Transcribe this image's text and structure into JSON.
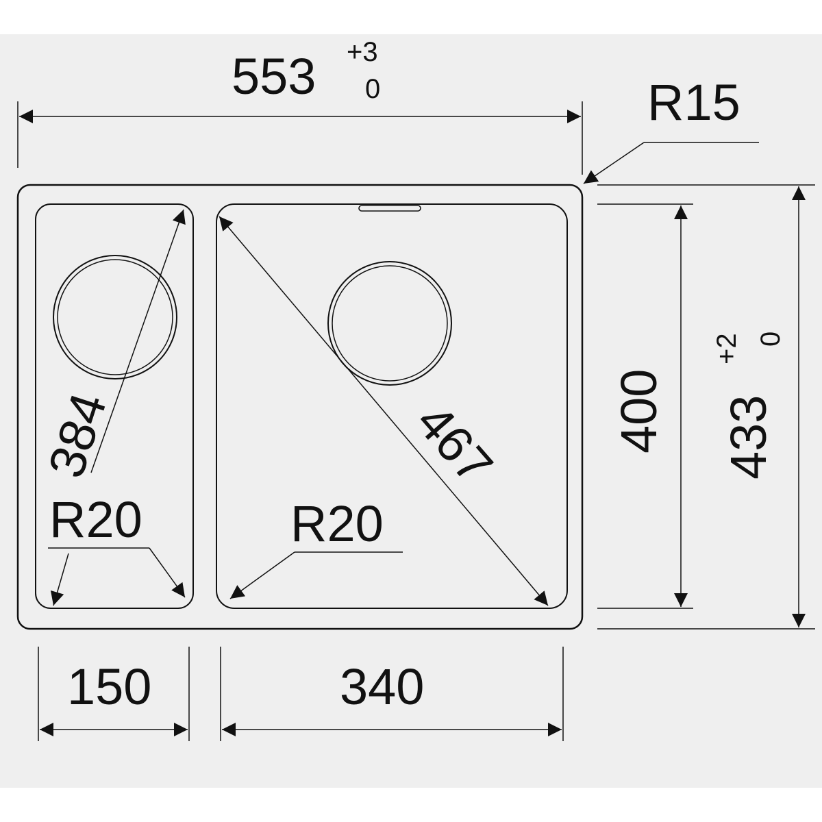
{
  "colors": {
    "background": "#ffffff",
    "panel": "#efefef",
    "outline": "#111111",
    "inner_outline": "#555555"
  },
  "dimensions": {
    "overall_width": {
      "value": "553",
      "tol_upper": "+3",
      "tol_lower": "0"
    },
    "overall_depth": {
      "value": "433",
      "tol_upper": "+2",
      "tol_lower": "0"
    },
    "corner_radius_outer": "R15",
    "inner_depth": "400",
    "small_bowl_width": "150",
    "large_bowl_width": "340",
    "small_bowl_diagonal": "384",
    "large_bowl_diagonal": "467",
    "small_bowl_radius": "R20",
    "large_bowl_radius": "R20"
  }
}
